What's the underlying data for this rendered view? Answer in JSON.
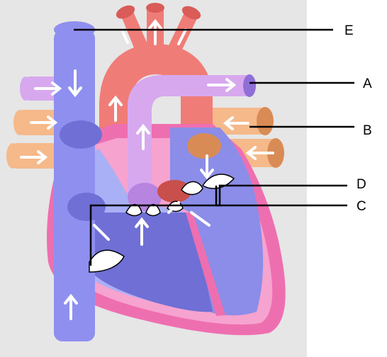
{
  "labels": {
    "a": "A",
    "b": "B",
    "c": "C",
    "d": "D",
    "e": "E"
  },
  "colors": {
    "background_panel": "#e6e6e6",
    "vena_cava": "#8f8ff0",
    "vena_cava_dark": "#6f6fd6",
    "aorta": "#f07c78",
    "aorta_dark": "#d95c58",
    "pulmonary_artery": "#d7a8ee",
    "pulmonary_vein": "#f5b98a",
    "pulmonary_vein_dark": "#d98b55",
    "heart_wall": "#ee6fb0",
    "heart_wall_light": "#f6a3cf",
    "right_chamber": "#aab0f5",
    "left_chamber": "#8b8de8",
    "valve": "#ffffff",
    "pointer_line": "#000000"
  }
}
